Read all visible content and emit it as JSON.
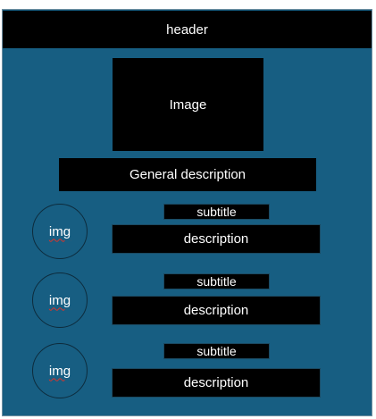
{
  "header": {
    "label": "header"
  },
  "hero": {
    "label": "Image"
  },
  "general": {
    "label": "General description"
  },
  "items": [
    {
      "img": "img",
      "subtitle": "subtitle",
      "description": "description"
    },
    {
      "img": "img",
      "subtitle": "subtitle",
      "description": "description"
    },
    {
      "img": "img",
      "subtitle": "subtitle",
      "description": "description"
    }
  ],
  "colors": {
    "panel": "#175e82",
    "block": "#000000",
    "text": "#ffffff",
    "spellcheck_underline": "#d9342b"
  }
}
